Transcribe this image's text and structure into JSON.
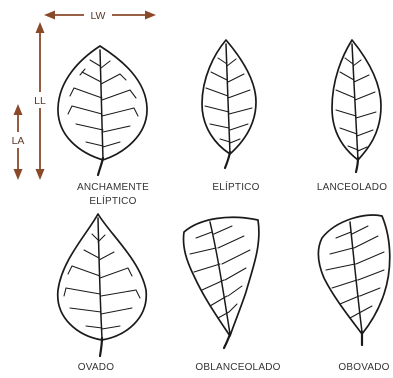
{
  "measurements": {
    "leaf_width": "LW",
    "leaf_length": "LL",
    "widest_point_position": "LA"
  },
  "leaf_shapes": [
    {
      "label_line1": "ANCHAMENTE",
      "label_line2": "ELÍPTICO"
    },
    {
      "label_line1": "ELÍPTICO",
      "label_line2": ""
    },
    {
      "label_line1": "LANCEOLADO",
      "label_line2": ""
    },
    {
      "label_line1": "OVADO",
      "label_line2": ""
    },
    {
      "label_line1": "OBLANCEOLADO",
      "label_line2": ""
    },
    {
      "label_line1": "OBOVADO",
      "label_line2": ""
    }
  ],
  "colors": {
    "arrow": "#8a4a2a",
    "outline": "#1a1a1a"
  }
}
